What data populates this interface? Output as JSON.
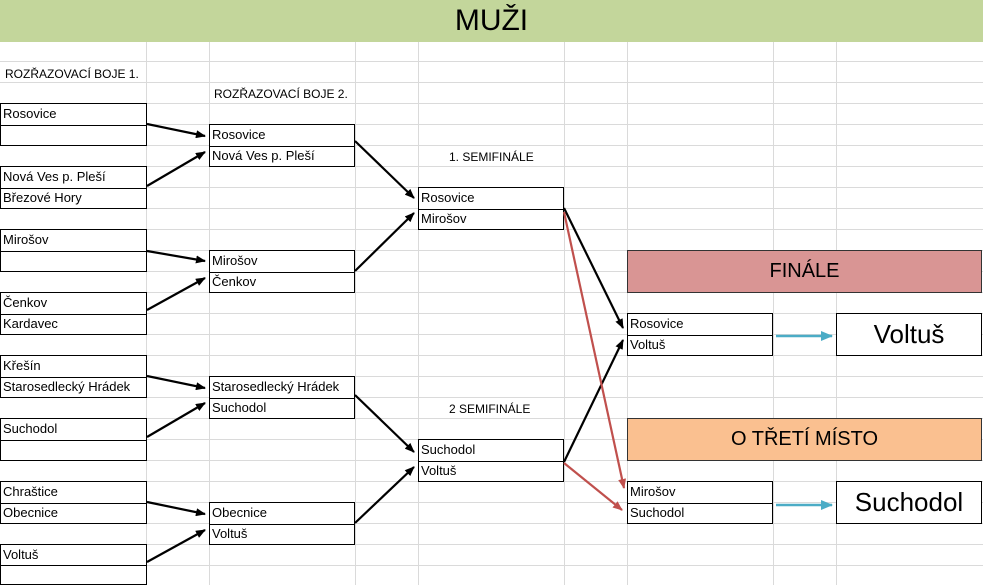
{
  "title": "MUŽI",
  "labels": {
    "round1": "ROZŘAZOVACÍ BOJE 1.",
    "round2": "ROZŘAZOVACÍ BOJE 2.",
    "semi1": "1. SEMIFINÁLE",
    "semi2": "2 SEMIFINÁLE"
  },
  "round1": [
    {
      "top": "Rosovice",
      "bottom": ""
    },
    {
      "top": "Nová Ves p. Pleší",
      "bottom": "Březové Hory"
    },
    {
      "top": "Mirošov",
      "bottom": ""
    },
    {
      "top": "Čenkov",
      "bottom": "Kardavec"
    },
    {
      "top": "Křešín",
      "bottom": "Starosedlecký Hrádek"
    },
    {
      "top": "Suchodol",
      "bottom": ""
    },
    {
      "top": "Chraštice",
      "bottom": "Obecnice"
    },
    {
      "top": "Voltuš",
      "bottom": ""
    }
  ],
  "round2": [
    {
      "top": "Rosovice",
      "bottom": "Nová Ves p. Pleší"
    },
    {
      "top": "Mirošov",
      "bottom": "Čenkov"
    },
    {
      "top": "Starosedlecký Hrádek",
      "bottom": "Suchodol"
    },
    {
      "top": "Obecnice",
      "bottom": "Voltuš"
    }
  ],
  "semis": [
    {
      "top": "Rosovice",
      "bottom": "Mirošov"
    },
    {
      "top": "Suchodol",
      "bottom": "Voltuš"
    }
  ],
  "final": {
    "header": "FINÁLE",
    "header_color": "#d99594",
    "top": "Rosovice",
    "bottom": "Voltuš",
    "winner": "Voltuš"
  },
  "third": {
    "header": "O TŘETÍ MÍSTO",
    "header_color": "#fac090",
    "top": "Mirošov",
    "bottom": "Suchodol",
    "winner": "Suchodol"
  },
  "colors": {
    "banner": "#c3d69b",
    "winner_arrow": "#000000",
    "loser_arrow": "#c0504d",
    "result_arrow": "#4bacc6",
    "gridline": "#d9d9d9"
  }
}
